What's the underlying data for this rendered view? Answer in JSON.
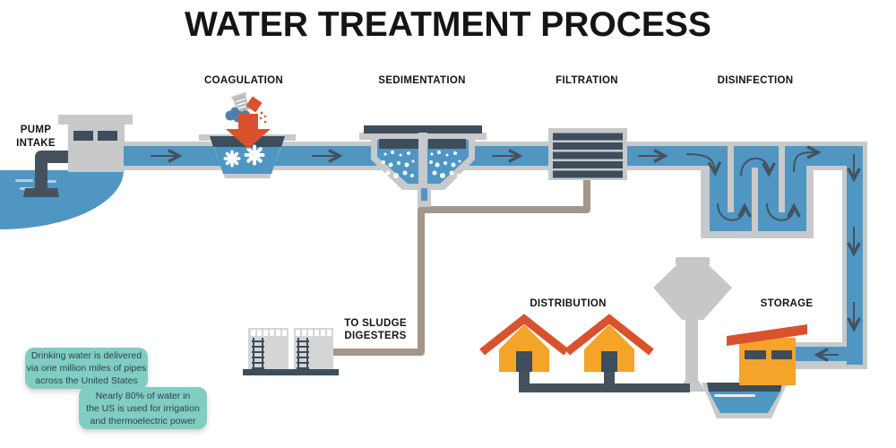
{
  "title": "WATER TREATMENT PROCESS",
  "labels": {
    "pump_line1": "PUMP",
    "pump_line2": "INTAKE",
    "coagulation": "COAGULATION",
    "sedimentation": "SEDIMENTATION",
    "filtration": "FILTRATION",
    "disinfection": "DISINFECTION",
    "sludge_line1": "TO SLUDGE",
    "sludge_line2": "DIGESTERS",
    "distribution": "DISTRIBUTION",
    "storage": "STORAGE"
  },
  "callouts": {
    "first": {
      "line1": "Drinking water is delivered",
      "line2": "via one million miles of pipes",
      "line3": "across the United States"
    },
    "second": {
      "line1": "Nearly 80% of water in",
      "line2": "the US is used for irrigation",
      "line3": "and thermoelectric power"
    }
  },
  "colors": {
    "water_blue": "#4f96c3",
    "splash_blue": "#4b80a8",
    "structure_gray": "#c8c9ca",
    "tank_gray": "#d4d5d6",
    "navy": "#3d4d5b",
    "arrow_slate": "#45525e",
    "house_orange": "#f4a428",
    "roof_red": "#da522d",
    "callout_teal": "#80cdc2",
    "sludge_pipe_tan": "#a4968a"
  }
}
